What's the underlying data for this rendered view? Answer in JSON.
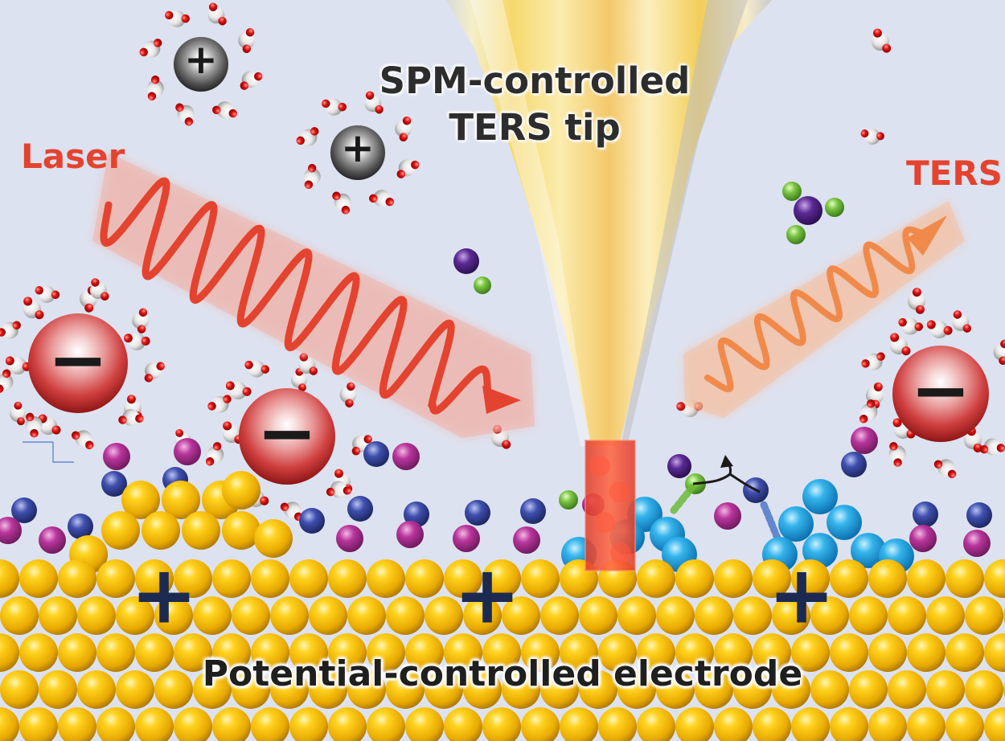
{
  "labels": {
    "tip": [
      "SPM-controlled",
      "TERS tip"
    ],
    "laser": "Laser",
    "ters": "TERS",
    "electrode": "Potential-controlled electrode"
  },
  "symbols": {
    "cation_charge": "+",
    "anion_charge": "−",
    "electrode_charge": "+"
  },
  "colors": {
    "background": "#dde2f0",
    "gold_atom": "#f2b700",
    "laser": "#e4432f",
    "ters_signal": "#f08a4b",
    "tip": "#f5d96a",
    "hotspot": "#e8402a",
    "adsorbate_blue": "#1f9ad8",
    "purple_ion": "#b8359c",
    "navy_ion": "#35459a",
    "green_atom": "#6dbb3a"
  }
}
